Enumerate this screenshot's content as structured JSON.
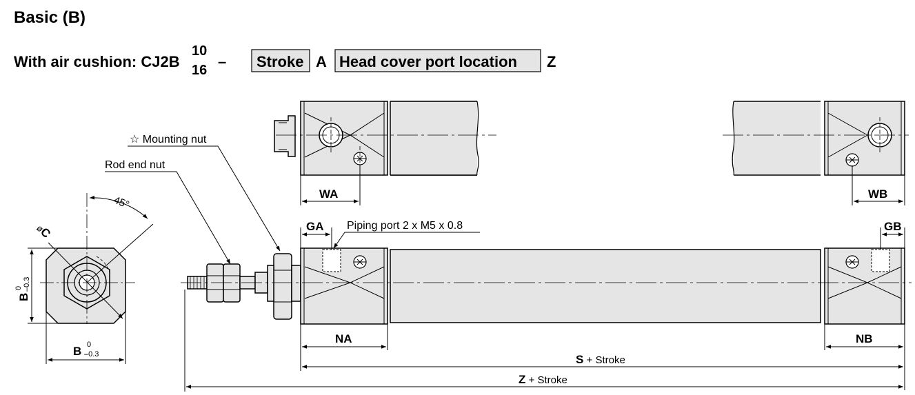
{
  "title": "Basic (B)",
  "model": {
    "prefix": "With air cushion: CJ2B",
    "bore_top": "10",
    "bore_bottom": "16",
    "dash": "–",
    "stroke_box": "Stroke",
    "letter_a": "A",
    "port_box": "Head cover port location",
    "letter_z": "Z"
  },
  "callouts": {
    "mounting_nut": "☆ Mounting nut",
    "rod_end_nut": "Rod end nut",
    "piping_port": "Piping port 2 x M5 x 0.8",
    "angle": "45°"
  },
  "dimensions": {
    "wa": "WA",
    "wb": "WB",
    "ga": "GA",
    "gb": "GB",
    "na": "NA",
    "nb": "NB",
    "phi": "ø",
    "c": "C",
    "b_main": "B",
    "tol_upper": "0",
    "tol_lower": "–0.3",
    "s": "S",
    "z": "Z",
    "plus_stroke": "+ Stroke"
  },
  "colors": {
    "fill": "#e5e5e5",
    "line": "#000000"
  }
}
